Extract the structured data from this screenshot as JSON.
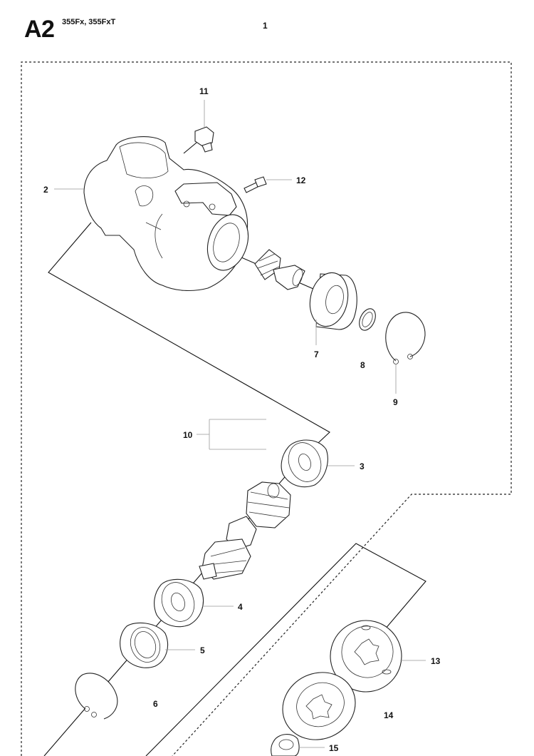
{
  "header": {
    "section_code": "A2",
    "models": "355Fx, 355FxT",
    "page_number": "1"
  },
  "callouts": {
    "c1": "2",
    "c2": "3",
    "c3": "4",
    "c4": "5",
    "c5": "6",
    "c6": "7",
    "c7": "8",
    "c8": "9",
    "c9": "10",
    "c10": "11",
    "c11": "12",
    "c12": "13",
    "c13": "14",
    "c14": "15"
  }
}
